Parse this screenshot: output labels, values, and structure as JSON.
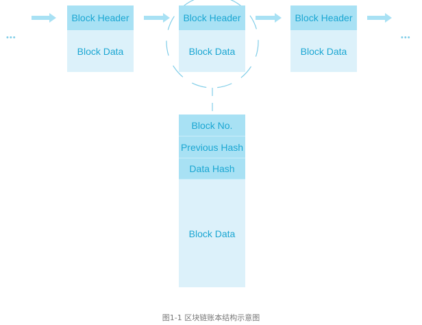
{
  "blocks": [
    {
      "header": "Block Header",
      "data": "Block Data"
    },
    {
      "header": "Block Header",
      "data": "Block Data"
    },
    {
      "header": "Block Header",
      "data": "Block Data"
    }
  ],
  "ellipsis": "•••",
  "detail": {
    "fields": [
      "Block No.",
      "Previous Hash",
      "Data Hash"
    ],
    "data": "Block Data"
  },
  "caption": "图1-1  区块链账本结构示意图",
  "colors": {
    "header_fill": "#a8e1f4",
    "data_fill": "#dcf1fa",
    "text": "#1aa6d2",
    "arrow": "#a8e1f4",
    "dashed_circle": "#7fcde8"
  }
}
